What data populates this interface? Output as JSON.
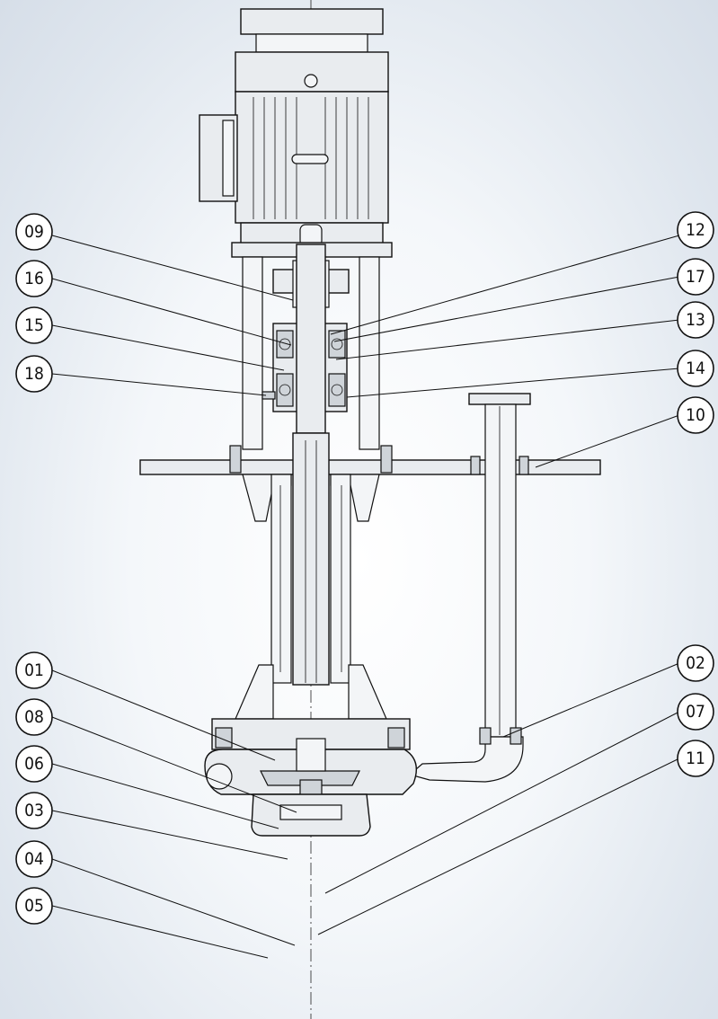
{
  "callouts_left": [
    {
      "label": "09"
    },
    {
      "label": "16"
    },
    {
      "label": "15"
    },
    {
      "label": "18"
    },
    {
      "label": "01"
    },
    {
      "label": "08"
    },
    {
      "label": "06"
    },
    {
      "label": "03"
    },
    {
      "label": "04"
    },
    {
      "label": "05"
    }
  ],
  "callouts_right": [
    {
      "label": "12"
    },
    {
      "label": "17"
    },
    {
      "label": "13"
    },
    {
      "label": "14"
    },
    {
      "label": "10"
    },
    {
      "label": "02"
    },
    {
      "label": "07"
    },
    {
      "label": "11"
    }
  ]
}
